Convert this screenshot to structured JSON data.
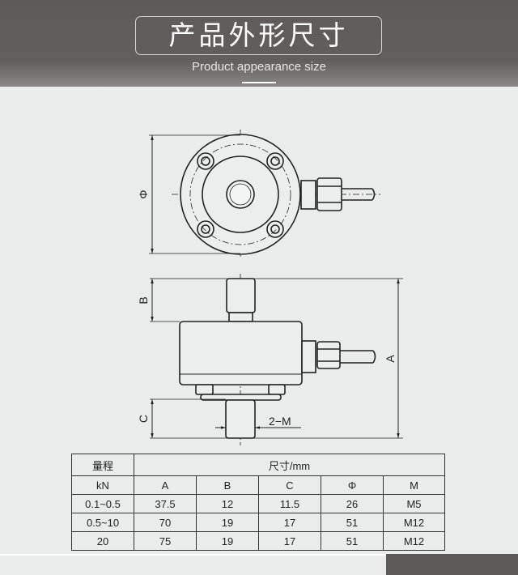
{
  "header": {
    "title": "产品外形尺寸",
    "subtitle": "Product appearance size"
  },
  "drawing": {
    "labels": {
      "phi": "Φ",
      "b": "B",
      "a": "A",
      "c": "C",
      "thread": "2−M"
    }
  },
  "table": {
    "range_header": "量程",
    "size_header": "尺寸/mm",
    "columns": [
      "kN",
      "A",
      "B",
      "C",
      "Φ",
      "M"
    ],
    "rows": [
      [
        "0.1~0.5",
        "37.5",
        "12",
        "11.5",
        "26",
        "M5"
      ],
      [
        "0.5~10",
        "70",
        "19",
        "17",
        "51",
        "M12"
      ],
      [
        "20",
        "75",
        "19",
        "17",
        "51",
        "M12"
      ]
    ]
  }
}
